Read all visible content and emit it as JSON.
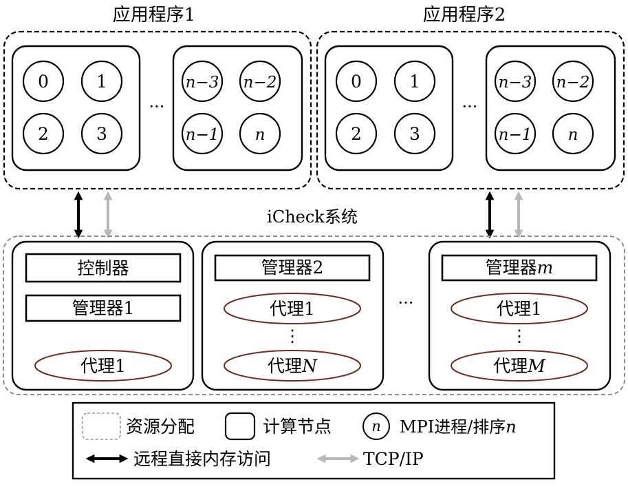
{
  "apps": [
    {
      "title": "应用程序1",
      "node_a": [
        "0",
        "1",
        "2",
        "3"
      ],
      "node_b": [
        "n−3",
        "n−2",
        "n−1",
        "n"
      ],
      "ellipsis": "···"
    },
    {
      "title": "应用程序2",
      "node_a": [
        "0",
        "1",
        "2",
        "3"
      ],
      "node_b": [
        "n−3",
        "n−2",
        "n−1",
        "n"
      ],
      "ellipsis": "···"
    }
  ],
  "system": {
    "title": "iCheck系统",
    "ellipsis": "···",
    "vdots": "⋮",
    "node1": {
      "controller": "控制器",
      "manager": "管理器1",
      "agent": "代理1"
    },
    "node2": {
      "manager": "管理器2",
      "agent_top": "代理1",
      "agent_bottom_prefix": "代理",
      "agent_bottom_var": "N"
    },
    "node3": {
      "manager_prefix": "管理器",
      "manager_var": "m",
      "agent_top": "代理1",
      "agent_bottom_prefix": "代理",
      "agent_bottom_var": "M"
    }
  },
  "legend": {
    "resource_allocation": "资源分配",
    "compute_node": "计算节点",
    "mpi_symbol": "n",
    "mpi_prefix": "MPI进程/排序",
    "mpi_var": "n",
    "rdma": "远程直接内存访问",
    "tcpip": "TCP/IP"
  },
  "colors": {
    "rdma_arrow": "#000000",
    "tcp_arrow": "#b8b8b8",
    "system_border": "#8c8c8c",
    "agent_ellipse": "#6b2a22"
  }
}
